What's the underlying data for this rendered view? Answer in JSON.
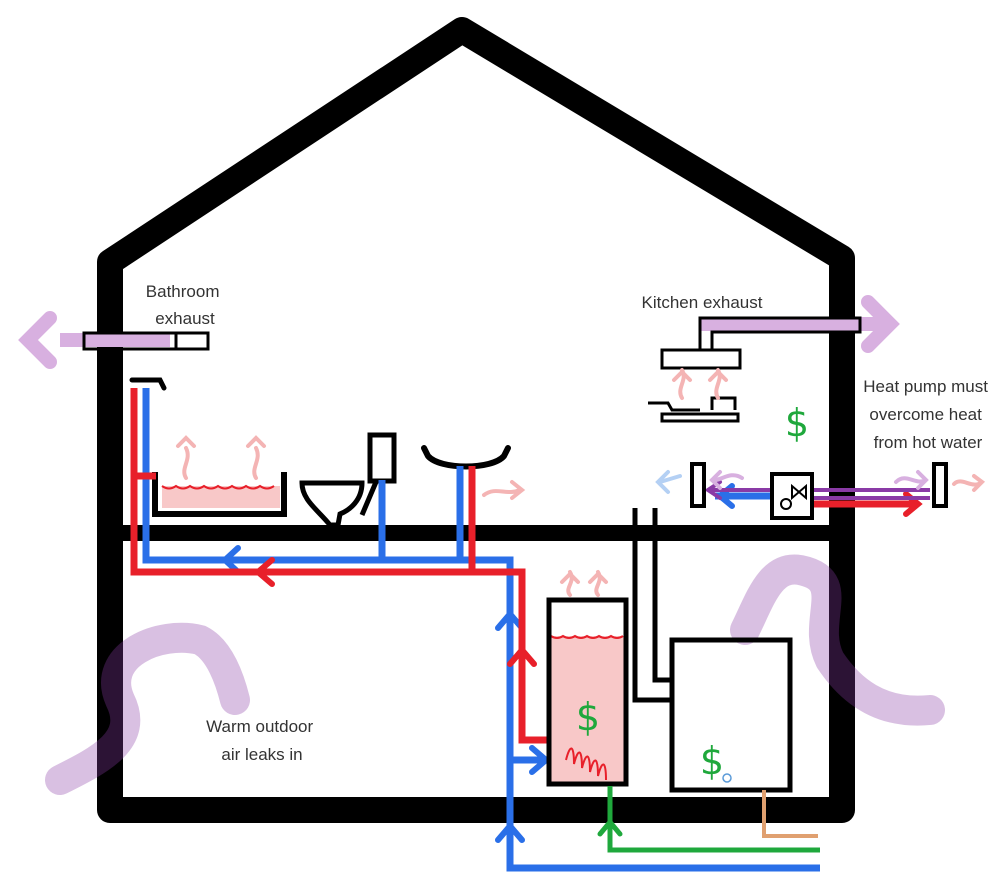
{
  "labels": {
    "bathroom_exhaust": [
      "Bathroom",
      "exhaust"
    ],
    "kitchen_exhaust": "Kitchen exhaust",
    "heat_pump_note": [
      "Heat pump must",
      "overcome heat",
      "from hot water"
    ],
    "outdoor_air": [
      "Warm outdoor",
      "air leaks in"
    ]
  },
  "cost_markers": {
    "symbol": "$"
  },
  "colors": {
    "structure": "#000000",
    "hot_water": "#e8202a",
    "cold_water": "#2a6fe8",
    "refrigerant": "#8a3aa6",
    "gas_line": "#1fa83c",
    "cost": "#1fa83c",
    "condensate": "#e0a070",
    "exhaust_air": "#d8b0e0",
    "heat": "#f4b4b4",
    "tank_fill": "#f8c8c8"
  }
}
